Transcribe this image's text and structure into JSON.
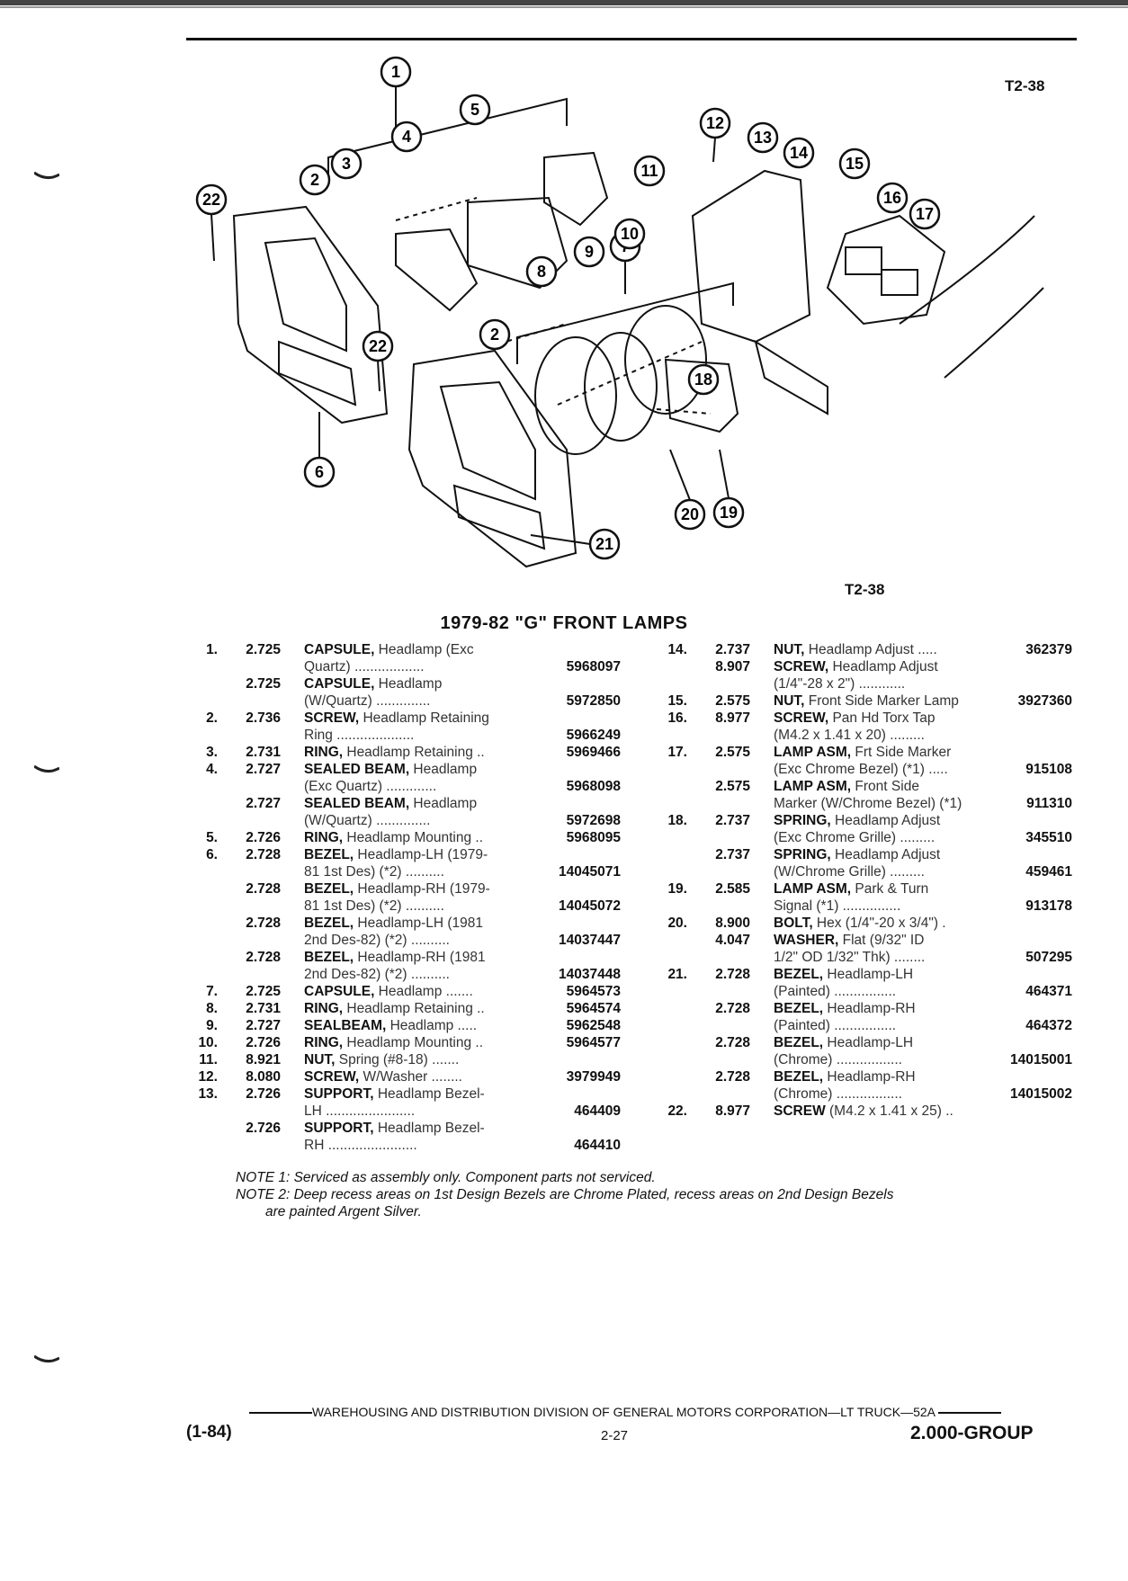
{
  "page": {
    "fig_code_top": "T2-38",
    "fig_code_bottom": "T2-38",
    "title": "1979-82 \"G\" FRONT LAMPS"
  },
  "callouts": [
    "1",
    "2",
    "3",
    "4",
    "5",
    "6",
    "7",
    "8",
    "9",
    "10",
    "11",
    "12",
    "13",
    "14",
    "15",
    "16",
    "17",
    "18",
    "19",
    "20",
    "21",
    "22",
    "2",
    "22"
  ],
  "left_rows": [
    {
      "no": "1.",
      "grp": "2.725",
      "name": "CAPSULE,",
      "desc": " Headlamp (Exc",
      "part": ""
    },
    {
      "no": "",
      "grp": "",
      "name": "",
      "desc": "Quartz) ..................",
      "part": "5968097"
    },
    {
      "no": "",
      "grp": "2.725",
      "name": "CAPSULE,",
      "desc": " Headlamp",
      "part": ""
    },
    {
      "no": "",
      "grp": "",
      "name": "",
      "desc": "(W/Quartz) ..............",
      "part": "5972850"
    },
    {
      "no": "2.",
      "grp": "2.736",
      "name": "SCREW,",
      "desc": " Headlamp Retaining",
      "part": ""
    },
    {
      "no": "",
      "grp": "",
      "name": "",
      "desc": "Ring ....................",
      "part": "5966249"
    },
    {
      "no": "3.",
      "grp": "2.731",
      "name": "RING,",
      "desc": " Headlamp Retaining ..",
      "part": "5969466"
    },
    {
      "no": "4.",
      "grp": "2.727",
      "name": "SEALED BEAM,",
      "desc": " Headlamp",
      "part": ""
    },
    {
      "no": "",
      "grp": "",
      "name": "",
      "desc": "(Exc Quartz) .............",
      "part": "5968098"
    },
    {
      "no": "",
      "grp": "2.727",
      "name": "SEALED BEAM,",
      "desc": " Headlamp",
      "part": ""
    },
    {
      "no": "",
      "grp": "",
      "name": "",
      "desc": "(W/Quartz) ..............",
      "part": "5972698"
    },
    {
      "no": "5.",
      "grp": "2.726",
      "name": "RING,",
      "desc": " Headlamp Mounting ..",
      "part": "5968095"
    },
    {
      "no": "6.",
      "grp": "2.728",
      "name": "BEZEL,",
      "desc": " Headlamp-LH (1979-",
      "part": ""
    },
    {
      "no": "",
      "grp": "",
      "name": "",
      "desc": "81 1st Des) (*2) ..........",
      "part": "14045071"
    },
    {
      "no": "",
      "grp": "2.728",
      "name": "BEZEL,",
      "desc": " Headlamp-RH (1979-",
      "part": ""
    },
    {
      "no": "",
      "grp": "",
      "name": "",
      "desc": "81 1st Des) (*2) ..........",
      "part": "14045072"
    },
    {
      "no": "",
      "grp": "2.728",
      "name": "BEZEL,",
      "desc": " Headlamp-LH (1981",
      "part": ""
    },
    {
      "no": "",
      "grp": "",
      "name": "",
      "desc": "2nd Des-82) (*2) ..........",
      "part": "14037447"
    },
    {
      "no": "",
      "grp": "2.728",
      "name": "BEZEL,",
      "desc": " Headlamp-RH (1981",
      "part": ""
    },
    {
      "no": "",
      "grp": "",
      "name": "",
      "desc": "2nd Des-82) (*2) ..........",
      "part": "14037448"
    },
    {
      "no": "7.",
      "grp": "2.725",
      "name": "CAPSULE,",
      "desc": " Headlamp .......",
      "part": "5964573"
    },
    {
      "no": "8.",
      "grp": "2.731",
      "name": "RING,",
      "desc": " Headlamp Retaining ..",
      "part": "5964574"
    },
    {
      "no": "9.",
      "grp": "2.727",
      "name": "SEALBEAM,",
      "desc": " Headlamp .....",
      "part": "5962548"
    },
    {
      "no": "10.",
      "grp": "2.726",
      "name": "RING,",
      "desc": " Headlamp Mounting ..",
      "part": "5964577"
    },
    {
      "no": "11.",
      "grp": "8.921",
      "name": "NUT,",
      "desc": " Spring (#8-18) .......",
      "part": ""
    },
    {
      "no": "12.",
      "grp": "8.080",
      "name": "SCREW,",
      "desc": " W/Washer ........",
      "part": "3979949"
    },
    {
      "no": "13.",
      "grp": "2.726",
      "name": "SUPPORT,",
      "desc": " Headlamp Bezel-",
      "part": ""
    },
    {
      "no": "",
      "grp": "",
      "name": "",
      "desc": "LH .......................",
      "part": "464409"
    },
    {
      "no": "",
      "grp": "2.726",
      "name": "SUPPORT,",
      "desc": " Headlamp Bezel-",
      "part": ""
    },
    {
      "no": "",
      "grp": "",
      "name": "",
      "desc": "RH .......................",
      "part": "464410"
    }
  ],
  "right_rows": [
    {
      "no": "14.",
      "grp": "2.737",
      "name": "NUT,",
      "desc": " Headlamp Adjust .....",
      "part": "362379"
    },
    {
      "no": "",
      "grp": "8.907",
      "name": "SCREW,",
      "desc": " Headlamp Adjust",
      "part": ""
    },
    {
      "no": "",
      "grp": "",
      "name": "",
      "desc": "(1/4\"-28 x 2\") ............",
      "part": ""
    },
    {
      "no": "15.",
      "grp": "2.575",
      "name": "NUT,",
      "desc": " Front Side Marker Lamp",
      "part": "3927360"
    },
    {
      "no": "16.",
      "grp": "8.977",
      "name": "SCREW,",
      "desc": " Pan Hd Torx Tap",
      "part": ""
    },
    {
      "no": "",
      "grp": "",
      "name": "",
      "desc": "(M4.2 x 1.41 x 20) .........",
      "part": ""
    },
    {
      "no": "17.",
      "grp": "2.575",
      "name": "LAMP ASM,",
      "desc": " Frt Side Marker",
      "part": ""
    },
    {
      "no": "",
      "grp": "",
      "name": "",
      "desc": "(Exc Chrome Bezel) (*1) .....",
      "part": "915108"
    },
    {
      "no": "",
      "grp": "2.575",
      "name": "LAMP ASM,",
      "desc": " Front Side",
      "part": ""
    },
    {
      "no": "",
      "grp": "",
      "name": "",
      "desc": "Marker (W/Chrome Bezel) (*1)",
      "part": "911310"
    },
    {
      "no": "18.",
      "grp": "2.737",
      "name": "SPRING,",
      "desc": " Headlamp Adjust",
      "part": ""
    },
    {
      "no": "",
      "grp": "",
      "name": "",
      "desc": "(Exc Chrome Grille) .........",
      "part": "345510"
    },
    {
      "no": "",
      "grp": "2.737",
      "name": "SPRING,",
      "desc": " Headlamp Adjust",
      "part": ""
    },
    {
      "no": "",
      "grp": "",
      "name": "",
      "desc": "(W/Chrome Grille) .........",
      "part": "459461"
    },
    {
      "no": "19.",
      "grp": "2.585",
      "name": "LAMP ASM,",
      "desc": " Park & Turn",
      "part": ""
    },
    {
      "no": "",
      "grp": "",
      "name": "",
      "desc": "Signal (*1) ...............",
      "part": "913178"
    },
    {
      "no": "20.",
      "grp": "8.900",
      "name": "BOLT,",
      "desc": " Hex (1/4\"-20 x 3/4\") .",
      "part": ""
    },
    {
      "no": "",
      "grp": "4.047",
      "name": "WASHER,",
      "desc": " Flat (9/32\" ID",
      "part": ""
    },
    {
      "no": "",
      "grp": "",
      "name": "",
      "desc": "1/2\" OD 1/32\" Thk) ........",
      "part": "507295"
    },
    {
      "no": "21.",
      "grp": "2.728",
      "name": "BEZEL,",
      "desc": " Headlamp-LH",
      "part": ""
    },
    {
      "no": "",
      "grp": "",
      "name": "",
      "desc": "(Painted) ................",
      "part": "464371"
    },
    {
      "no": "",
      "grp": "2.728",
      "name": "BEZEL,",
      "desc": " Headlamp-RH",
      "part": ""
    },
    {
      "no": "",
      "grp": "",
      "name": "",
      "desc": "(Painted) ................",
      "part": "464372"
    },
    {
      "no": "",
      "grp": "2.728",
      "name": "BEZEL,",
      "desc": " Headlamp-LH",
      "part": ""
    },
    {
      "no": "",
      "grp": "",
      "name": "",
      "desc": "(Chrome) .................",
      "part": "14015001"
    },
    {
      "no": "",
      "grp": "2.728",
      "name": "BEZEL,",
      "desc": " Headlamp-RH",
      "part": ""
    },
    {
      "no": "",
      "grp": "",
      "name": "",
      "desc": "(Chrome) .................",
      "part": "14015002"
    },
    {
      "no": "22.",
      "grp": "8.977",
      "name": "SCREW",
      "desc": " (M4.2 x 1.41 x 25) ..",
      "part": ""
    }
  ],
  "notes": {
    "note1": "NOTE 1: Serviced as assembly only. Component parts not serviced.",
    "note2a": "NOTE 2: Deep recess areas on 1st Design Bezels are Chrome Plated, recess areas on 2nd Design Bezels",
    "note2b": "are painted Argent Silver."
  },
  "footer": {
    "line": "WAREHOUSING AND DISTRIBUTION DIVISION OF GENERAL MOTORS CORPORATION—LT TRUCK—52A",
    "left": "(1-84)",
    "page": "2-27",
    "group": "2.000-GROUP"
  }
}
